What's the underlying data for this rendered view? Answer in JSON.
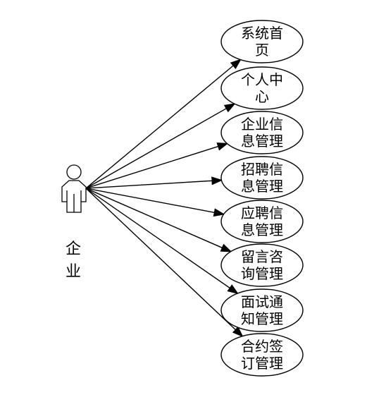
{
  "actor": {
    "label_line1": "企",
    "label_line2": "业",
    "icon": "person-icon"
  },
  "use_cases": [
    {
      "line1": "系统首",
      "line2": "页"
    },
    {
      "line1": "个人中",
      "line2": "心"
    },
    {
      "line1": "企业信",
      "line2": "息管理"
    },
    {
      "line1": "招聘信",
      "line2": "息管理"
    },
    {
      "line1": "应聘信",
      "line2": "息管理"
    },
    {
      "line1": "留言咨",
      "line2": "询管理"
    },
    {
      "line1": "面试通",
      "line2": "知管理"
    },
    {
      "line1": "合约签",
      "line2": "订管理"
    }
  ],
  "colors": {
    "stroke": "#000000",
    "background": "#ffffff"
  }
}
